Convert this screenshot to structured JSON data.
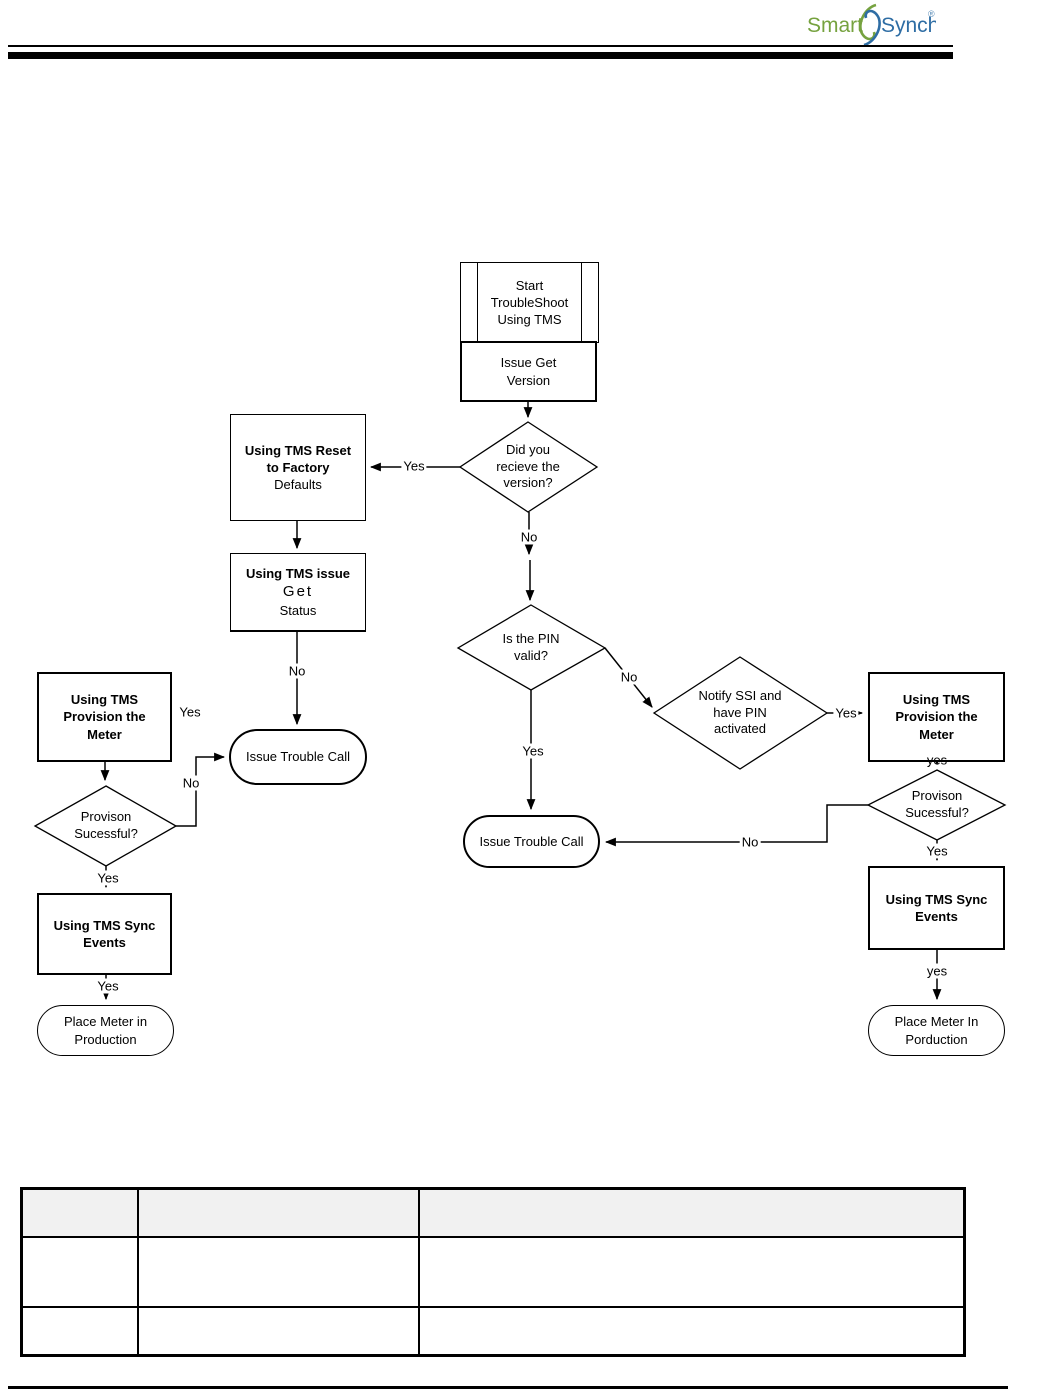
{
  "logo": {
    "smart": "Smart",
    "synch": "Synch",
    "registered": "®"
  },
  "colors": {
    "logo_green": "#76A23F",
    "logo_blue": "#2E6DA4",
    "line": "#000000",
    "table_header_bg": "#F1F1F1"
  },
  "flowchart": {
    "nodes": {
      "start": "Start\nTroubleShoot\nUsing TMS",
      "issue_get_version": "Issue Get\nVersion",
      "version_decision": "Did you\nrecieve the\nversion?",
      "reset_factory_main": "Using TMS Reset\nto Factory",
      "reset_factory_sub": "Defaults",
      "get_status_line1": "Using TMS issue",
      "get_status_line2": "Get",
      "get_status_line3": "Status",
      "trouble_call_left": "Issue Trouble Call",
      "provision_left": "Using TMS\nProvision the\nMeter",
      "provision_left_decision": "Provison\nSucessful?",
      "sync_left": "Using TMS Sync\nEvents",
      "production_left": "Place Meter in\nProduction",
      "pin_decision": "Is the PIN\nvalid?",
      "trouble_call_center": "Issue Trouble Call",
      "notify_decision": "Notify SSI and\nhave PIN\nactivated",
      "provision_right": "Using TMS\nProvision the\nMeter",
      "provision_right_decision": "Provison\nSucessful?",
      "sync_right": "Using TMS Sync\nEvents",
      "production_right": "Place Meter In\nPorduction"
    },
    "labels": {
      "yes_to_reset": "Yes",
      "no_version": "No",
      "no_get_status": "No",
      "yes_provision_left": "Yes",
      "no_provision_left": "No",
      "yes_sync_left": "Yes",
      "yes_production_left": "Yes",
      "yes_pin": "Yes",
      "no_pin": "No",
      "yes_notify": "Yes",
      "yes_provision_right": "yes",
      "yes_sync_right": "Yes",
      "yes_production_right": "yes",
      "no_provision_right": "No"
    }
  },
  "table": {
    "header": [
      "",
      "",
      ""
    ],
    "rows": [
      [
        "",
        "",
        ""
      ],
      [
        "",
        "",
        ""
      ]
    ]
  }
}
